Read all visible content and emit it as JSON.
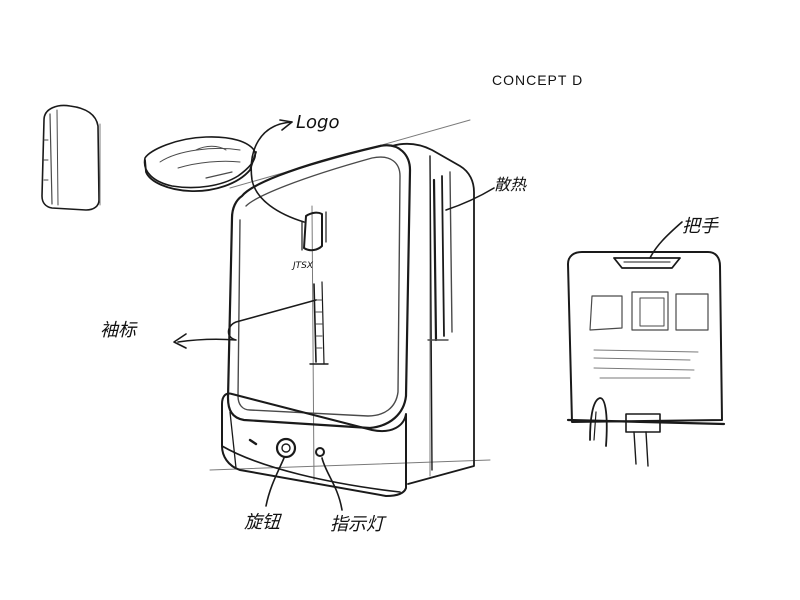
{
  "title": "CONCEPT D",
  "annotations": {
    "logo": "Logo",
    "vent": "散热",
    "sleeve": "袖标",
    "knob": "旋钮",
    "light": "指示灯",
    "handle": "把手"
  },
  "device_mark": "JTSX",
  "colors": {
    "ink": "#1a1a1a",
    "paper": "#ffffff"
  }
}
